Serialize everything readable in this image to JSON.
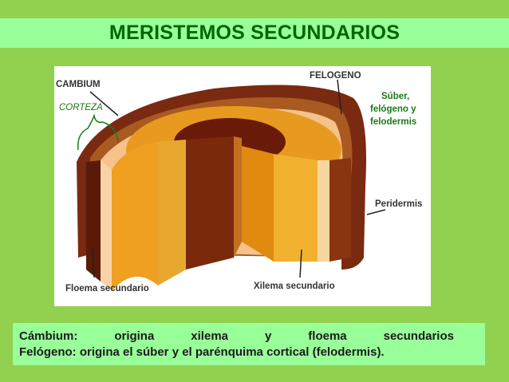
{
  "title": "MERISTEMOS SECUNDARIOS",
  "figure": {
    "labels": {
      "cambium": "CAMBIUM",
      "corteza": "CORTEZA",
      "felogeno": "FELOGENO",
      "suber": "Súber,",
      "suber2": "felógeno y",
      "suber3": "felodermis",
      "peridermis": "Peridermis",
      "floema": "Floema secundario",
      "xilema": "Xilema  secundario"
    }
  },
  "caption": {
    "line1_words": [
      "Cámbium:",
      "origina",
      "xilema",
      "y",
      "floema",
      "secundarios"
    ],
    "line2": "Felógeno: origina el súber y el parénquima cortical (felodermis)."
  },
  "colors": {
    "background": "#92d050",
    "title_bar": "#99ff99",
    "title_text": "#006600"
  }
}
